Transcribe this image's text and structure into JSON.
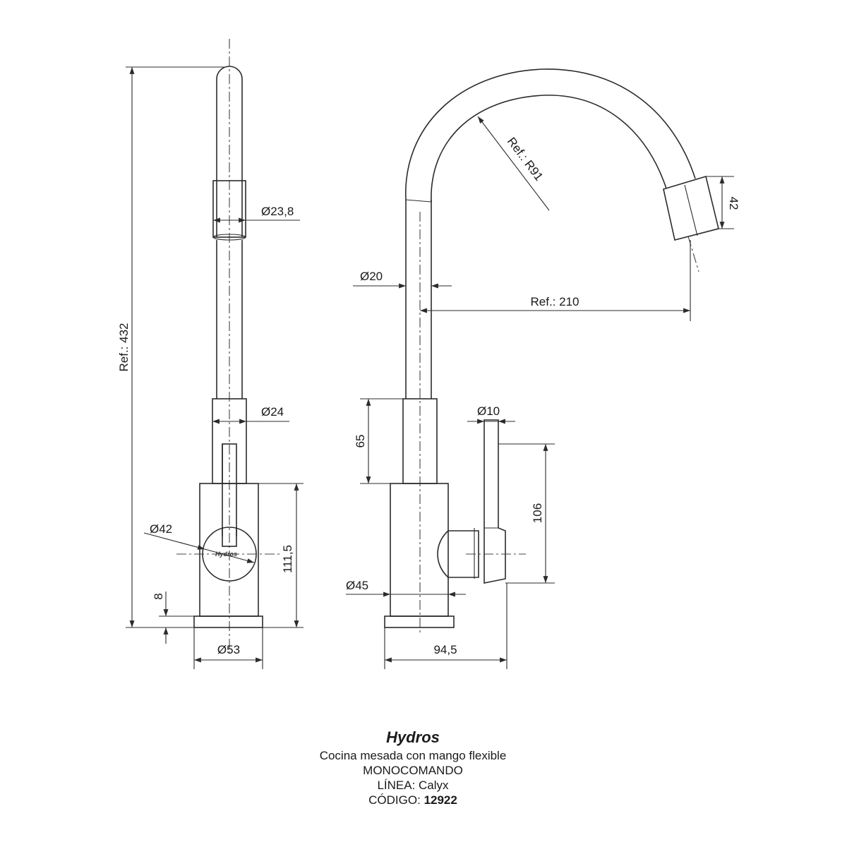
{
  "dimensions": {
    "height_total": "Ref.: 432",
    "dia_23_8": "Ø23,8",
    "dia_24": "Ø24",
    "dia_42": "Ø42",
    "h_111_5": "111,5",
    "h_8": "8",
    "dia_53": "Ø53",
    "radius": "Ref.: R91",
    "nozzle_42": "42",
    "dia_20": "Ø20",
    "reach_210": "Ref.: 210",
    "h_65": "65",
    "dia_10": "Ø10",
    "h_106": "106",
    "dia_45": "Ø45",
    "width_94_5": "94,5"
  },
  "logo_text": "Hydros",
  "title_block": {
    "brand": "Hydros",
    "description": "Cocina mesada con mango flexible",
    "type": "MONOCOMANDO",
    "line_label": "LÍNEA: Calyx",
    "code_label": "CÓDIGO: ",
    "code_value": "12922"
  }
}
